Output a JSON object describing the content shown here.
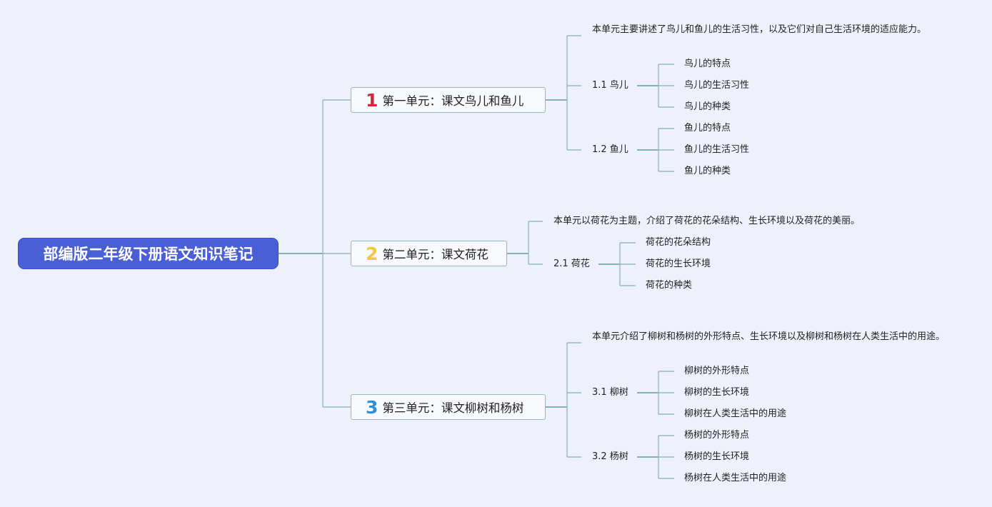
{
  "root": "部编版二年级下册语文知识笔记",
  "accent_colors": {
    "root_bg": "#4a5fd6",
    "line": "#8fbcbc",
    "num1": "#d5263e",
    "num2": "#f2c744",
    "num3": "#2e8fd6"
  },
  "units": [
    {
      "number": "1",
      "title": "第一单元：课文鸟儿和鱼儿",
      "description": "本单元主要讲述了鸟儿和鱼儿的生活习性，以及它们对自己生活环境的适应能力。",
      "sections": [
        {
          "label": "1.1 鸟儿",
          "items": [
            "鸟儿的特点",
            "鸟儿的生活习性",
            "鸟儿的种类"
          ]
        },
        {
          "label": "1.2 鱼儿",
          "items": [
            "鱼儿的特点",
            "鱼儿的生活习性",
            "鱼儿的种类"
          ]
        }
      ]
    },
    {
      "number": "2",
      "title": "第二单元：课文荷花",
      "description": "本单元以荷花为主题，介绍了荷花的花朵结构、生长环境以及荷花的美丽。",
      "sections": [
        {
          "label": "2.1 荷花",
          "items": [
            "荷花的花朵结构",
            "荷花的生长环境",
            "荷花的种类"
          ]
        }
      ]
    },
    {
      "number": "3",
      "title": "第三单元：课文柳树和杨树",
      "description": "本单元介绍了柳树和杨树的外形特点、生长环境以及柳树和杨树在人类生活中的用途。",
      "sections": [
        {
          "label": "3.1 柳树",
          "items": [
            "柳树的外形特点",
            "柳树的生长环境",
            "柳树在人类生活中的用途"
          ]
        },
        {
          "label": "3.2 杨树",
          "items": [
            "杨树的外形特点",
            "杨树的生长环境",
            "杨树在人类生活中的用途"
          ]
        }
      ]
    }
  ]
}
